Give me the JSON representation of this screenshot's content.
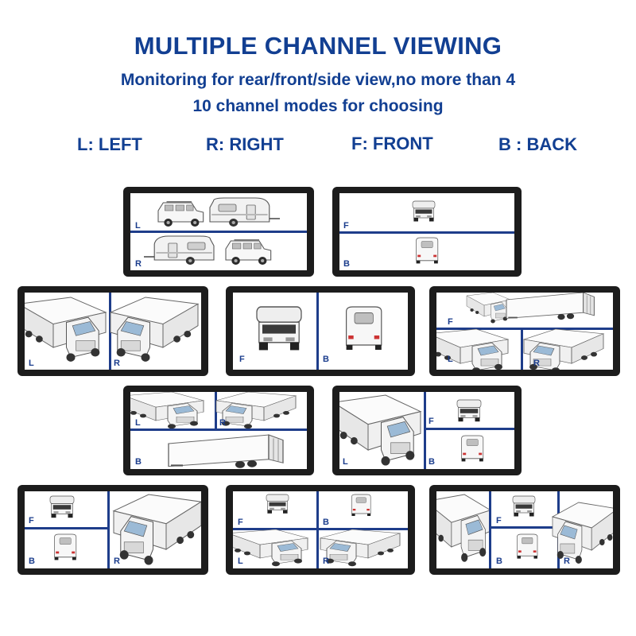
{
  "header": {
    "title": "MULTIPLE CHANNEL VIEWING",
    "line1": "Monitoring for rear/front/side view,no more than 4",
    "line2": "10 channel modes for choosing"
  },
  "legend": {
    "left": "L: LEFT",
    "right": "R: RIGHT",
    "front": "F: FRONT",
    "back": "B : BACK"
  },
  "colors": {
    "accent": "#123f92",
    "divider": "#1e3d8a",
    "bezel": "#1c1c1c"
  },
  "modes": [
    {
      "name": "mode-1",
      "labels": [
        "L",
        "R"
      ]
    },
    {
      "name": "mode-2",
      "labels": [
        "F",
        "B"
      ]
    },
    {
      "name": "mode-3",
      "labels": [
        "L",
        "R"
      ]
    },
    {
      "name": "mode-4",
      "labels": [
        "F",
        "B"
      ]
    },
    {
      "name": "mode-5",
      "labels": [
        "F",
        "L",
        "R"
      ]
    },
    {
      "name": "mode-6",
      "labels": [
        "L",
        "R",
        "B"
      ]
    },
    {
      "name": "mode-7",
      "labels": [
        "F",
        "L",
        "B"
      ]
    },
    {
      "name": "mode-8",
      "labels": [
        "F",
        "B",
        "R"
      ]
    },
    {
      "name": "mode-9",
      "labels": [
        "F",
        "B",
        "L",
        "R"
      ]
    },
    {
      "name": "mode-10",
      "labels": [
        "F",
        "B",
        "R"
      ]
    }
  ]
}
